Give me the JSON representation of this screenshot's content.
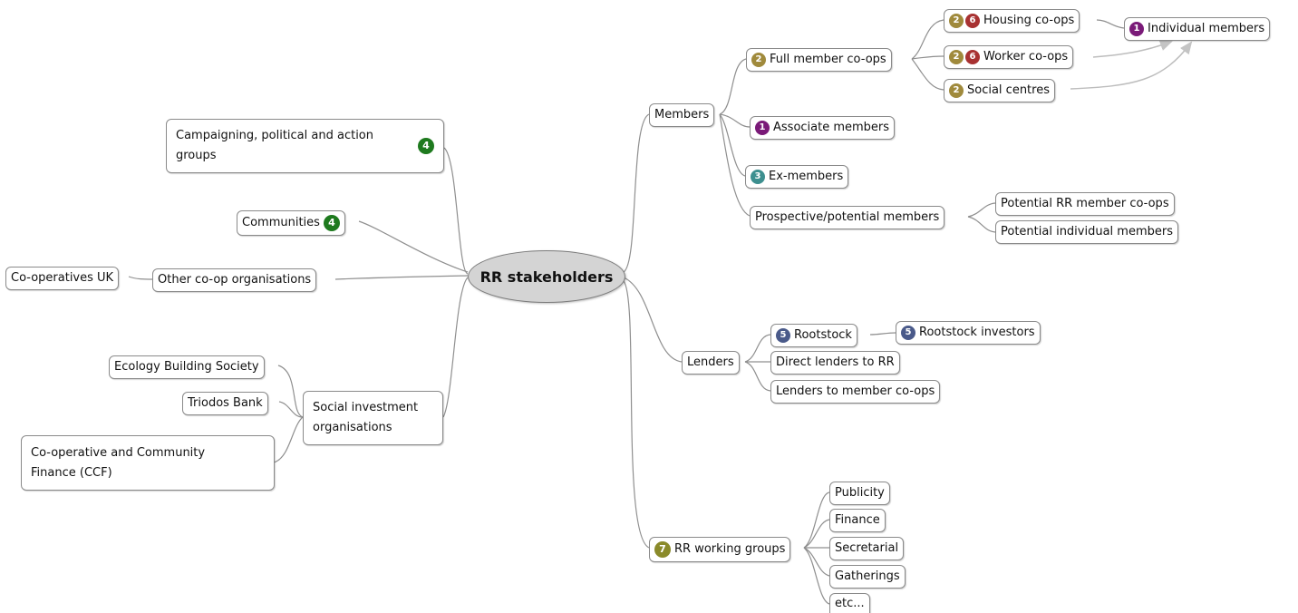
{
  "root": {
    "label": "RR stakeholders"
  },
  "left": {
    "campaigning": {
      "label": "Campaigning, political and action groups",
      "badges": [
        "4"
      ]
    },
    "communities": {
      "label": "Communities",
      "badges": [
        "4"
      ]
    },
    "other_coop": {
      "label": "Other co-op organisations",
      "child": "Co-operatives UK"
    },
    "social_investment": {
      "label": "Social investment organisations",
      "children": [
        "Ecology Building Society",
        "Triodos Bank",
        "Co-operative and Community Finance (CCF)"
      ]
    }
  },
  "right": {
    "members": {
      "label": "Members",
      "full_member": {
        "label": "Full member co-ops",
        "badges": [
          "2"
        ]
      },
      "housing": {
        "label": "Housing co-ops",
        "badges": [
          "2",
          "6"
        ]
      },
      "worker": {
        "label": "Worker co-ops",
        "badges": [
          "2",
          "6"
        ]
      },
      "social_centres": {
        "label": "Social centres",
        "badges": [
          "2"
        ]
      },
      "individual": {
        "label": "Individual members",
        "badges": [
          "1"
        ]
      },
      "associate": {
        "label": "Associate members",
        "badges": [
          "1"
        ]
      },
      "ex": {
        "label": "Ex-members",
        "badges": [
          "3"
        ]
      },
      "prospective": {
        "label": "Prospective/potential members"
      },
      "potential_coops": {
        "label": "Potential RR member co-ops"
      },
      "potential_individual": {
        "label": "Potential individual members"
      }
    },
    "lenders": {
      "label": "Lenders",
      "rootstock": {
        "label": "Rootstock",
        "badges": [
          "5"
        ]
      },
      "rootstock_investors": {
        "label": "Rootstock investors",
        "badges": [
          "5"
        ]
      },
      "direct": {
        "label": "Direct lenders to RR"
      },
      "to_coops": {
        "label": "Lenders to member co-ops"
      }
    },
    "working_groups": {
      "label": "RR working groups",
      "badges": [
        "7"
      ],
      "children": [
        "Publicity",
        "Finance",
        "Secretarial",
        "Gatherings",
        "etc..."
      ]
    }
  },
  "colors": {
    "badge_1": "#7a1a78",
    "badge_2": "#a08a3c",
    "badge_3": "#3d8f8f",
    "badge_4": "#1e7a1e",
    "badge_5": "#4a5a8a",
    "badge_6": "#a83232",
    "badge_7": "#8a8a2a",
    "link": "#8f8f8f",
    "arrow": "#bdbdbd"
  }
}
